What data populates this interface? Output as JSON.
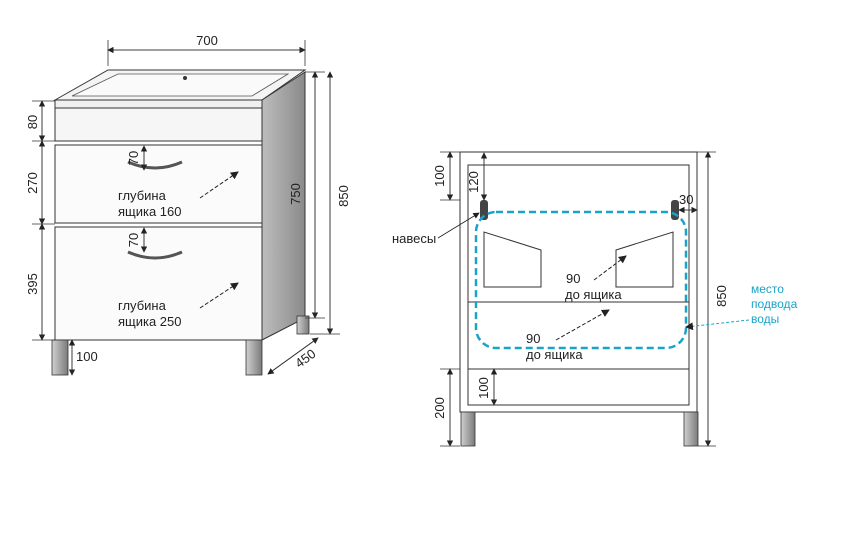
{
  "left_view": {
    "dim_width": "700",
    "dim_top_panel": "80",
    "dim_drawer1": "270",
    "dim_drawer2": "395",
    "dim_leg": "100",
    "dim_body_height": "750",
    "dim_total_height": "850",
    "dim_depth": "450",
    "dim_handle1": "70",
    "dim_handle2": "70",
    "drawer1_text_line1": "глубина",
    "drawer1_text_line2": "ящика 160",
    "drawer2_text_line1": "глубина",
    "drawer2_text_line2": "ящика 250"
  },
  "right_view": {
    "dim_top": "100",
    "dim_hinge_height": "120",
    "dim_hinge_offset": "30",
    "dim_bottom_leg": "200",
    "dim_bottom_shelf": "100",
    "dim_total_height": "850",
    "hinges_label": "навесы",
    "drawer1_value": "90",
    "drawer1_text": "до ящика",
    "drawer2_value": "90",
    "drawer2_text": "до ящика",
    "water_label_1": "место",
    "water_label_2": "подвода",
    "water_label_3": "воды"
  },
  "colors": {
    "water_zone": "#1aa3c8",
    "side_panel": "#9e9e9e",
    "leg": "#8c8c8c"
  }
}
